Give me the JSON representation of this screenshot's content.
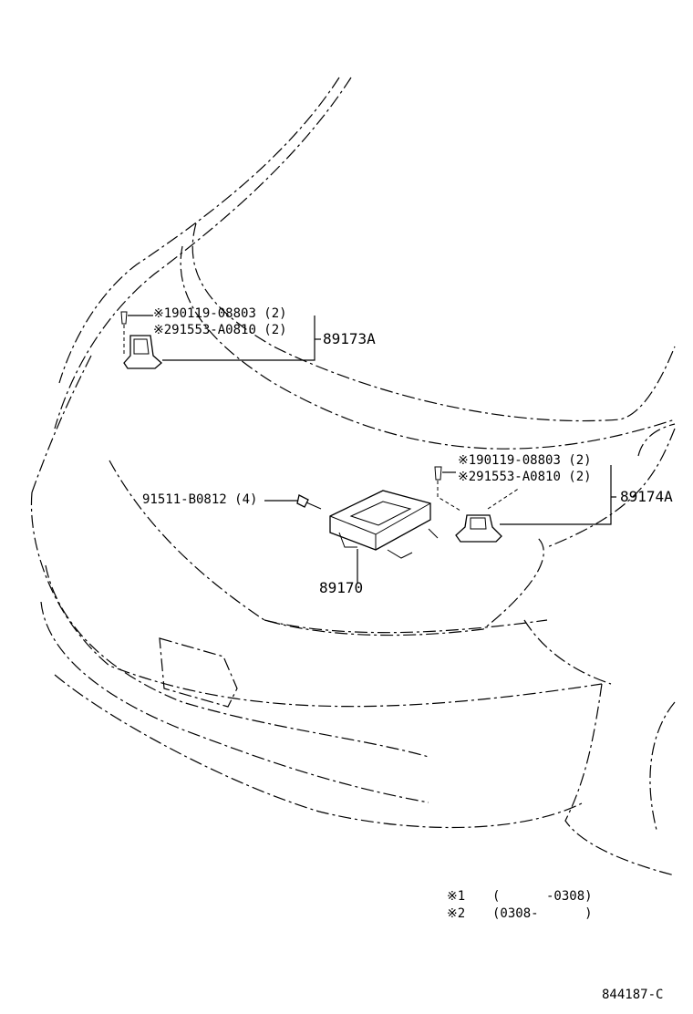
{
  "labels": {
    "left_sensor_bolt_1": "※190119-08803 (2)",
    "left_sensor_bolt_2": "※291553-A0810 (2)",
    "left_sensor_assembly": "89173A",
    "right_sensor_bolt_1": "※190119-08803 (2)",
    "right_sensor_bolt_2": "※291553-A0810 (2)",
    "right_sensor_assembly": "89174A",
    "ecu_bolt": "91511-B0812 (4)",
    "ecu_assembly": "89170"
  },
  "legend": {
    "row1_mark": "※1",
    "row1_range": "(      -0308)",
    "row2_mark": "※2",
    "row2_range": "(0308-      )"
  },
  "figure_code": "844187-C"
}
